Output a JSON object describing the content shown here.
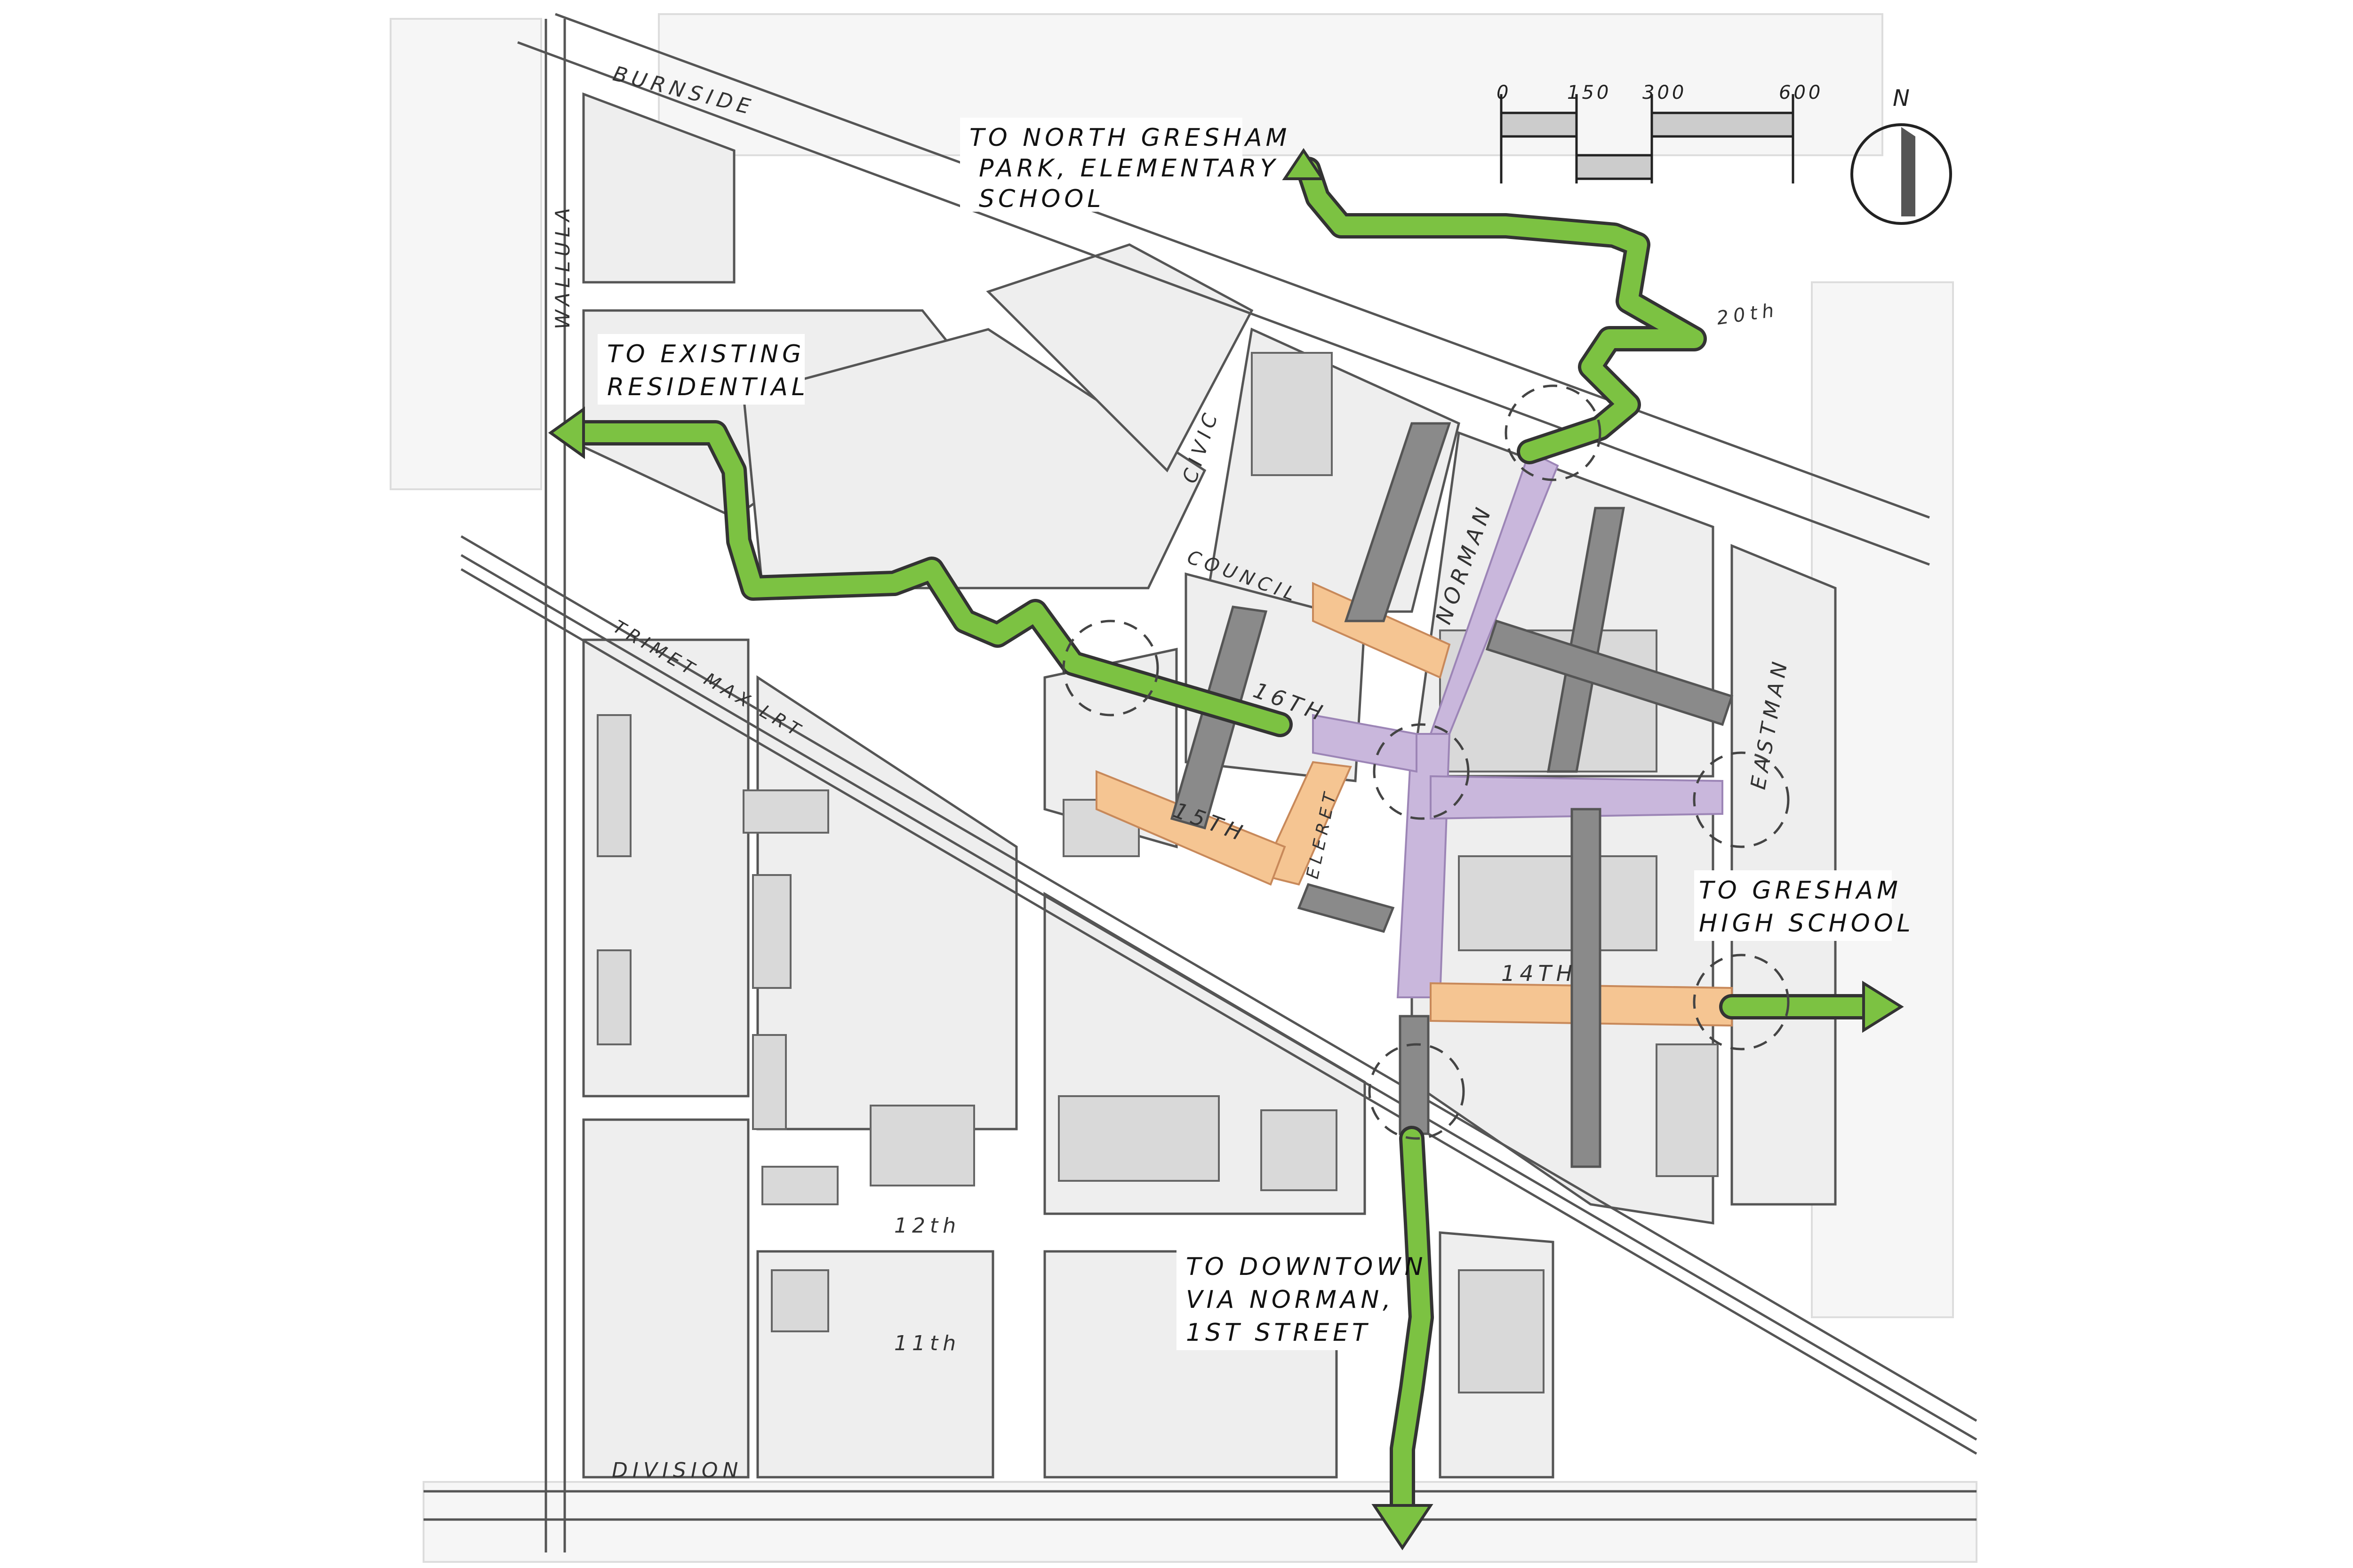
{
  "streets": {
    "burnside": "BURNSIDE",
    "wallula": "WALLULA",
    "civic": "CIVIC",
    "council": "COUNCIL",
    "norman": "NORMAN",
    "eastman": "EASTMAN",
    "sixteenth": "16TH",
    "fifteenth": "15TH",
    "fourteenth": "14TH",
    "twelfth": "12th",
    "eleventh": "11th",
    "twentieth": "20th",
    "division": "DIVISION",
    "eleret": "ELERET",
    "trimet": "TRIMET MAX LRT"
  },
  "destinations": {
    "north_line1": "TO NORTH GRESHAM",
    "north_line2": "PARK, ELEMENTARY",
    "north_line3": "SCHOOL",
    "west_line1": "TO EXISTING",
    "west_line2": "RESIDENTIAL",
    "east_line1": "TO GRESHAM",
    "east_line2": "HIGH SCHOOL",
    "south_line1": "TO DOWNTOWN",
    "south_line2": "VIA NORMAN,",
    "south_line3": "1ST STREET"
  },
  "scale_bar": {
    "tick0": "0",
    "tick1": "150",
    "tick2": "300",
    "tick3": "600"
  },
  "north_arrow": {
    "label": "N"
  },
  "colors": {
    "background": "#ffffff",
    "block": "#eeeeee",
    "building": "#d9d9d9",
    "street_line": "#555555",
    "green_path": "#7cc242",
    "purple_street": "#c9b7dc",
    "orange_street": "#f5c592",
    "gray_arrow": "#8a8a8a"
  }
}
